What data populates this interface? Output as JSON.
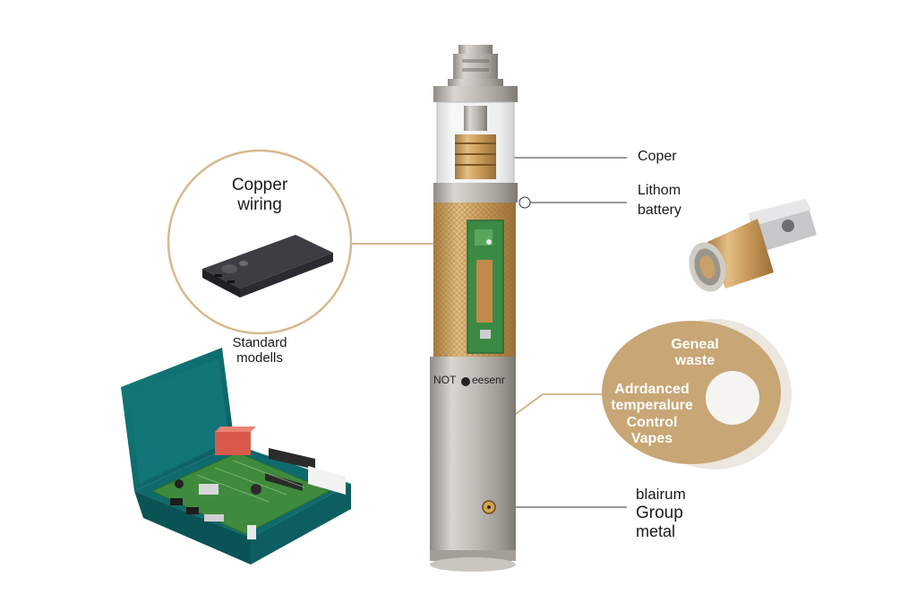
{
  "callouts": {
    "copper_wiring": {
      "line1": "Copper",
      "line2": "wiring"
    },
    "standard_models": {
      "line1": "Standard",
      "line2": "modells"
    },
    "coper": {
      "text": "Coper"
    },
    "lithium_battery": {
      "line1": "Lithom",
      "line2": "battery"
    },
    "general_waste": {
      "line1": "Geneal",
      "line2": "waste"
    },
    "advanced_temperature": {
      "line1": "Adrdanced",
      "line2": "temperalure",
      "line3": "Control",
      "line4": "Vapes"
    },
    "group_metal": {
      "line1": "blairum",
      "line2": "Group",
      "line3": "metal"
    }
  },
  "device": {
    "brand_text_left": "NOT",
    "brand_text_right": "eesenr"
  },
  "colors": {
    "gold": "#c9a06a",
    "tan_disc": "#c8a675",
    "steel": "#b9b6b1",
    "teal_case": "#0f6f71",
    "pcb_green": "#3f8a3d",
    "callout_line": "#c9a06a"
  },
  "icons": [
    "microchip-icon",
    "atomizer-coil-icon",
    "circuit-board-icon",
    "vape-pen-icon"
  ]
}
